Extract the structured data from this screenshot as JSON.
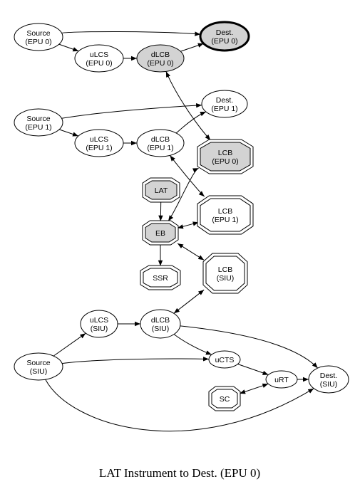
{
  "caption": "LAT Instrument to Dest. (EPU 0)",
  "colors": {
    "highlight_fill": "#d3d3d3",
    "default_fill": "#ffffff",
    "stroke": "#000000"
  },
  "nodes": [
    {
      "id": "source_epu0",
      "lines": [
        "Source",
        "(EPU 0)"
      ],
      "shape": "ellipse"
    },
    {
      "id": "dest_epu0",
      "lines": [
        "Dest.",
        "(EPU 0)"
      ],
      "shape": "ellipse",
      "fill": "highlight",
      "bold": true
    },
    {
      "id": "ulcs_epu0",
      "lines": [
        "uLCS",
        "(EPU 0)"
      ],
      "shape": "ellipse"
    },
    {
      "id": "dlcb_epu0",
      "lines": [
        "dLCB",
        "(EPU 0)"
      ],
      "shape": "ellipse",
      "fill": "highlight"
    },
    {
      "id": "source_epu1",
      "lines": [
        "Source",
        "(EPU 1)"
      ],
      "shape": "ellipse"
    },
    {
      "id": "dest_epu1",
      "lines": [
        "Dest.",
        "(EPU 1)"
      ],
      "shape": "ellipse"
    },
    {
      "id": "ulcs_epu1",
      "lines": [
        "uLCS",
        "(EPU 1)"
      ],
      "shape": "ellipse"
    },
    {
      "id": "dlcb_epu1",
      "lines": [
        "dLCB",
        "(EPU 1)"
      ],
      "shape": "ellipse"
    },
    {
      "id": "lcb_epu0",
      "lines": [
        "LCB",
        "(EPU 0)"
      ],
      "shape": "octagon",
      "fill": "highlight"
    },
    {
      "id": "lat",
      "lines": [
        "LAT"
      ],
      "shape": "octagon",
      "fill": "highlight"
    },
    {
      "id": "lcb_epu1",
      "lines": [
        "LCB",
        "(EPU 1)"
      ],
      "shape": "octagon"
    },
    {
      "id": "eb",
      "lines": [
        "EB"
      ],
      "shape": "octagon",
      "fill": "highlight"
    },
    {
      "id": "ssr",
      "lines": [
        "SSR"
      ],
      "shape": "octagon"
    },
    {
      "id": "lcb_siu",
      "lines": [
        "LCB",
        "(SIU)"
      ],
      "shape": "octagon"
    },
    {
      "id": "ulcs_siu",
      "lines": [
        "uLCS",
        "(SIU)"
      ],
      "shape": "ellipse"
    },
    {
      "id": "dlcb_siu",
      "lines": [
        "dLCB",
        "(SIU)"
      ],
      "shape": "ellipse"
    },
    {
      "id": "source_siu",
      "lines": [
        "Source",
        "(SIU)"
      ],
      "shape": "ellipse"
    },
    {
      "id": "ucts",
      "lines": [
        "uCTS"
      ],
      "shape": "ellipse"
    },
    {
      "id": "urt",
      "lines": [
        "uRT"
      ],
      "shape": "ellipse"
    },
    {
      "id": "dest_siu",
      "lines": [
        "Dest.",
        "(SIU)"
      ],
      "shape": "ellipse"
    },
    {
      "id": "sc",
      "lines": [
        "SC"
      ],
      "shape": "octagon"
    }
  ],
  "edges": [
    {
      "from": "source_epu0",
      "to": "dest_epu0"
    },
    {
      "from": "source_epu0",
      "to": "ulcs_epu0"
    },
    {
      "from": "ulcs_epu0",
      "to": "dlcb_epu0"
    },
    {
      "from": "dlcb_epu0",
      "to": "dest_epu0"
    },
    {
      "from": "dlcb_epu0",
      "to": "lcb_epu0",
      "dir": "both"
    },
    {
      "from": "source_epu1",
      "to": "dest_epu1"
    },
    {
      "from": "source_epu1",
      "to": "ulcs_epu1"
    },
    {
      "from": "ulcs_epu1",
      "to": "dlcb_epu1"
    },
    {
      "from": "dlcb_epu1",
      "to": "dest_epu1"
    },
    {
      "from": "dlcb_epu1",
      "to": "lcb_epu1",
      "dir": "both"
    },
    {
      "from": "lat",
      "to": "eb"
    },
    {
      "from": "lcb_epu0",
      "to": "eb",
      "dir": "both"
    },
    {
      "from": "lcb_epu1",
      "to": "eb",
      "dir": "both"
    },
    {
      "from": "eb",
      "to": "ssr"
    },
    {
      "from": "eb",
      "to": "lcb_siu",
      "dir": "both"
    },
    {
      "from": "lcb_siu",
      "to": "dlcb_siu",
      "dir": "both"
    },
    {
      "from": "source_siu",
      "to": "ulcs_siu"
    },
    {
      "from": "ulcs_siu",
      "to": "dlcb_siu"
    },
    {
      "from": "dlcb_siu",
      "to": "ucts"
    },
    {
      "from": "dlcb_siu",
      "to": "dest_siu"
    },
    {
      "from": "source_siu",
      "to": "ucts"
    },
    {
      "from": "ucts",
      "to": "urt"
    },
    {
      "from": "urt",
      "to": "dest_siu"
    },
    {
      "from": "sc",
      "to": "urt",
      "dir": "both"
    },
    {
      "from": "source_siu",
      "to": "dest_siu"
    }
  ]
}
